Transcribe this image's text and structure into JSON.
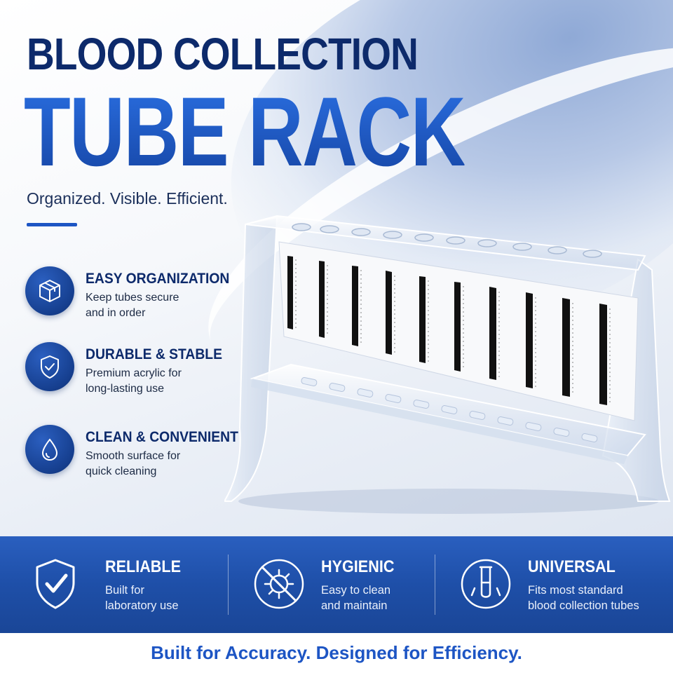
{
  "hero": {
    "title_line1": "BLOOD COLLECTION",
    "title_line2": "TUBE RACK",
    "tagline": "Organized. Visible. Efficient."
  },
  "features": [
    {
      "icon": "box-icon",
      "title": "EASY ORGANIZATION",
      "desc": [
        "Keep tubes secure",
        "and in order"
      ]
    },
    {
      "icon": "shield-check-icon",
      "title": "DURABLE & STABLE",
      "desc": [
        "Premium acrylic for",
        "long-lasting use"
      ]
    },
    {
      "icon": "water-drop-icon",
      "title": "CLEAN & CONVENIENT",
      "desc": [
        "Smooth surface for",
        "quick cleaning"
      ]
    }
  ],
  "benefits": [
    {
      "icon": "shield-check-icon",
      "title": "RELIABLE",
      "desc": [
        "Built for",
        "laboratory use"
      ]
    },
    {
      "icon": "no-germs-icon",
      "title": "HYGIENIC",
      "desc": [
        "Easy to clean",
        "and maintain"
      ]
    },
    {
      "icon": "test-tube-icon",
      "title": "UNIVERSAL",
      "desc": [
        "Fits most standard",
        "blood collection tubes"
      ]
    }
  ],
  "footer": {
    "text": "Built for Accuracy. Designed for Efficiency."
  },
  "colors": {
    "navy": "#0d2a6b",
    "accent_blue": "#1d55c4",
    "band_blue": "#1e4fa8"
  }
}
